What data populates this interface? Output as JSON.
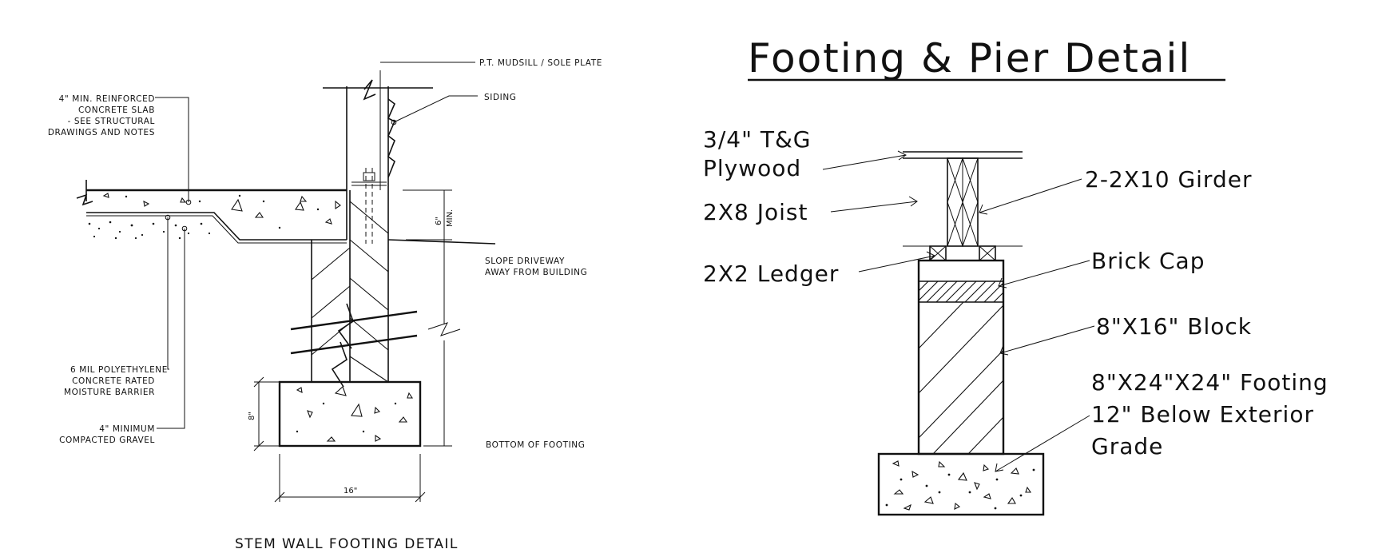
{
  "stem_wall": {
    "caption": "STEM WALL FOOTING DETAIL",
    "labels": {
      "mudsill": "P.T. MUDSILL / SOLE PLATE",
      "siding": "SIDING",
      "slab_1": "4\" MIN. REINFORCED",
      "slab_2": "CONCRETE SLAB",
      "slab_3": "- SEE STRUCTURAL",
      "slab_4": "DRAWINGS AND NOTES",
      "slope_1": "SLOPE DRIVEWAY",
      "slope_2": "AWAY FROM BUILDING",
      "poly_1": "6 MIL POLYETHYLENE",
      "poly_2": "CONCRETE RATED",
      "poly_3": "MOISTURE BARRIER",
      "gravel_1": "4\" MINIMUM",
      "gravel_2": "COMPACTED GRAVEL",
      "bottom": "BOTTOM OF FOOTING"
    },
    "dims": {
      "six_min_a": "6\"",
      "six_min_b": "MIN.",
      "eight": "8\"",
      "sixteen": "16\""
    }
  },
  "pier": {
    "title": "Footing & Pier Detail",
    "labels": {
      "plywood_1": "3/4\" T&G",
      "plywood_2": "Plywood",
      "joist": "2X8 Joist",
      "ledger": "2X2 Ledger",
      "girder": "2-2X10 Girder",
      "brick": "Brick Cap",
      "block": "8\"X16\" Block",
      "footing_1": "8\"X24\"X24\" Footing",
      "footing_2": "12\" Below Exterior",
      "footing_3": "Grade"
    }
  }
}
